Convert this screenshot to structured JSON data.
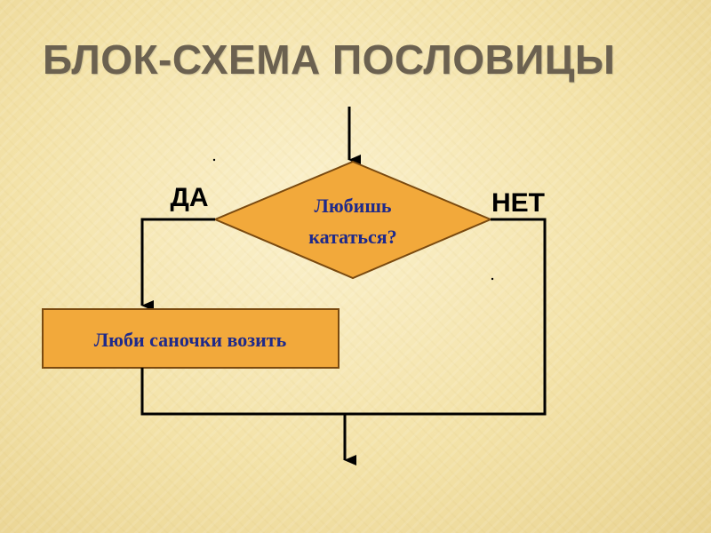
{
  "slide": {
    "title": "БЛОК-СХЕМА ПОСЛОВИЦЫ"
  },
  "diagram": {
    "decision": {
      "line1": "Любишь",
      "line2": "кататься?"
    },
    "yes_label": "ДА",
    "no_label": "НЕТ",
    "action": {
      "text": "Люби саночки возить"
    }
  },
  "colors": {
    "shape_fill": "#f2a93b",
    "shape_stroke": "#7a4a10",
    "line": "#000000",
    "text": "#1f2a8a",
    "title": "#6b6150"
  }
}
